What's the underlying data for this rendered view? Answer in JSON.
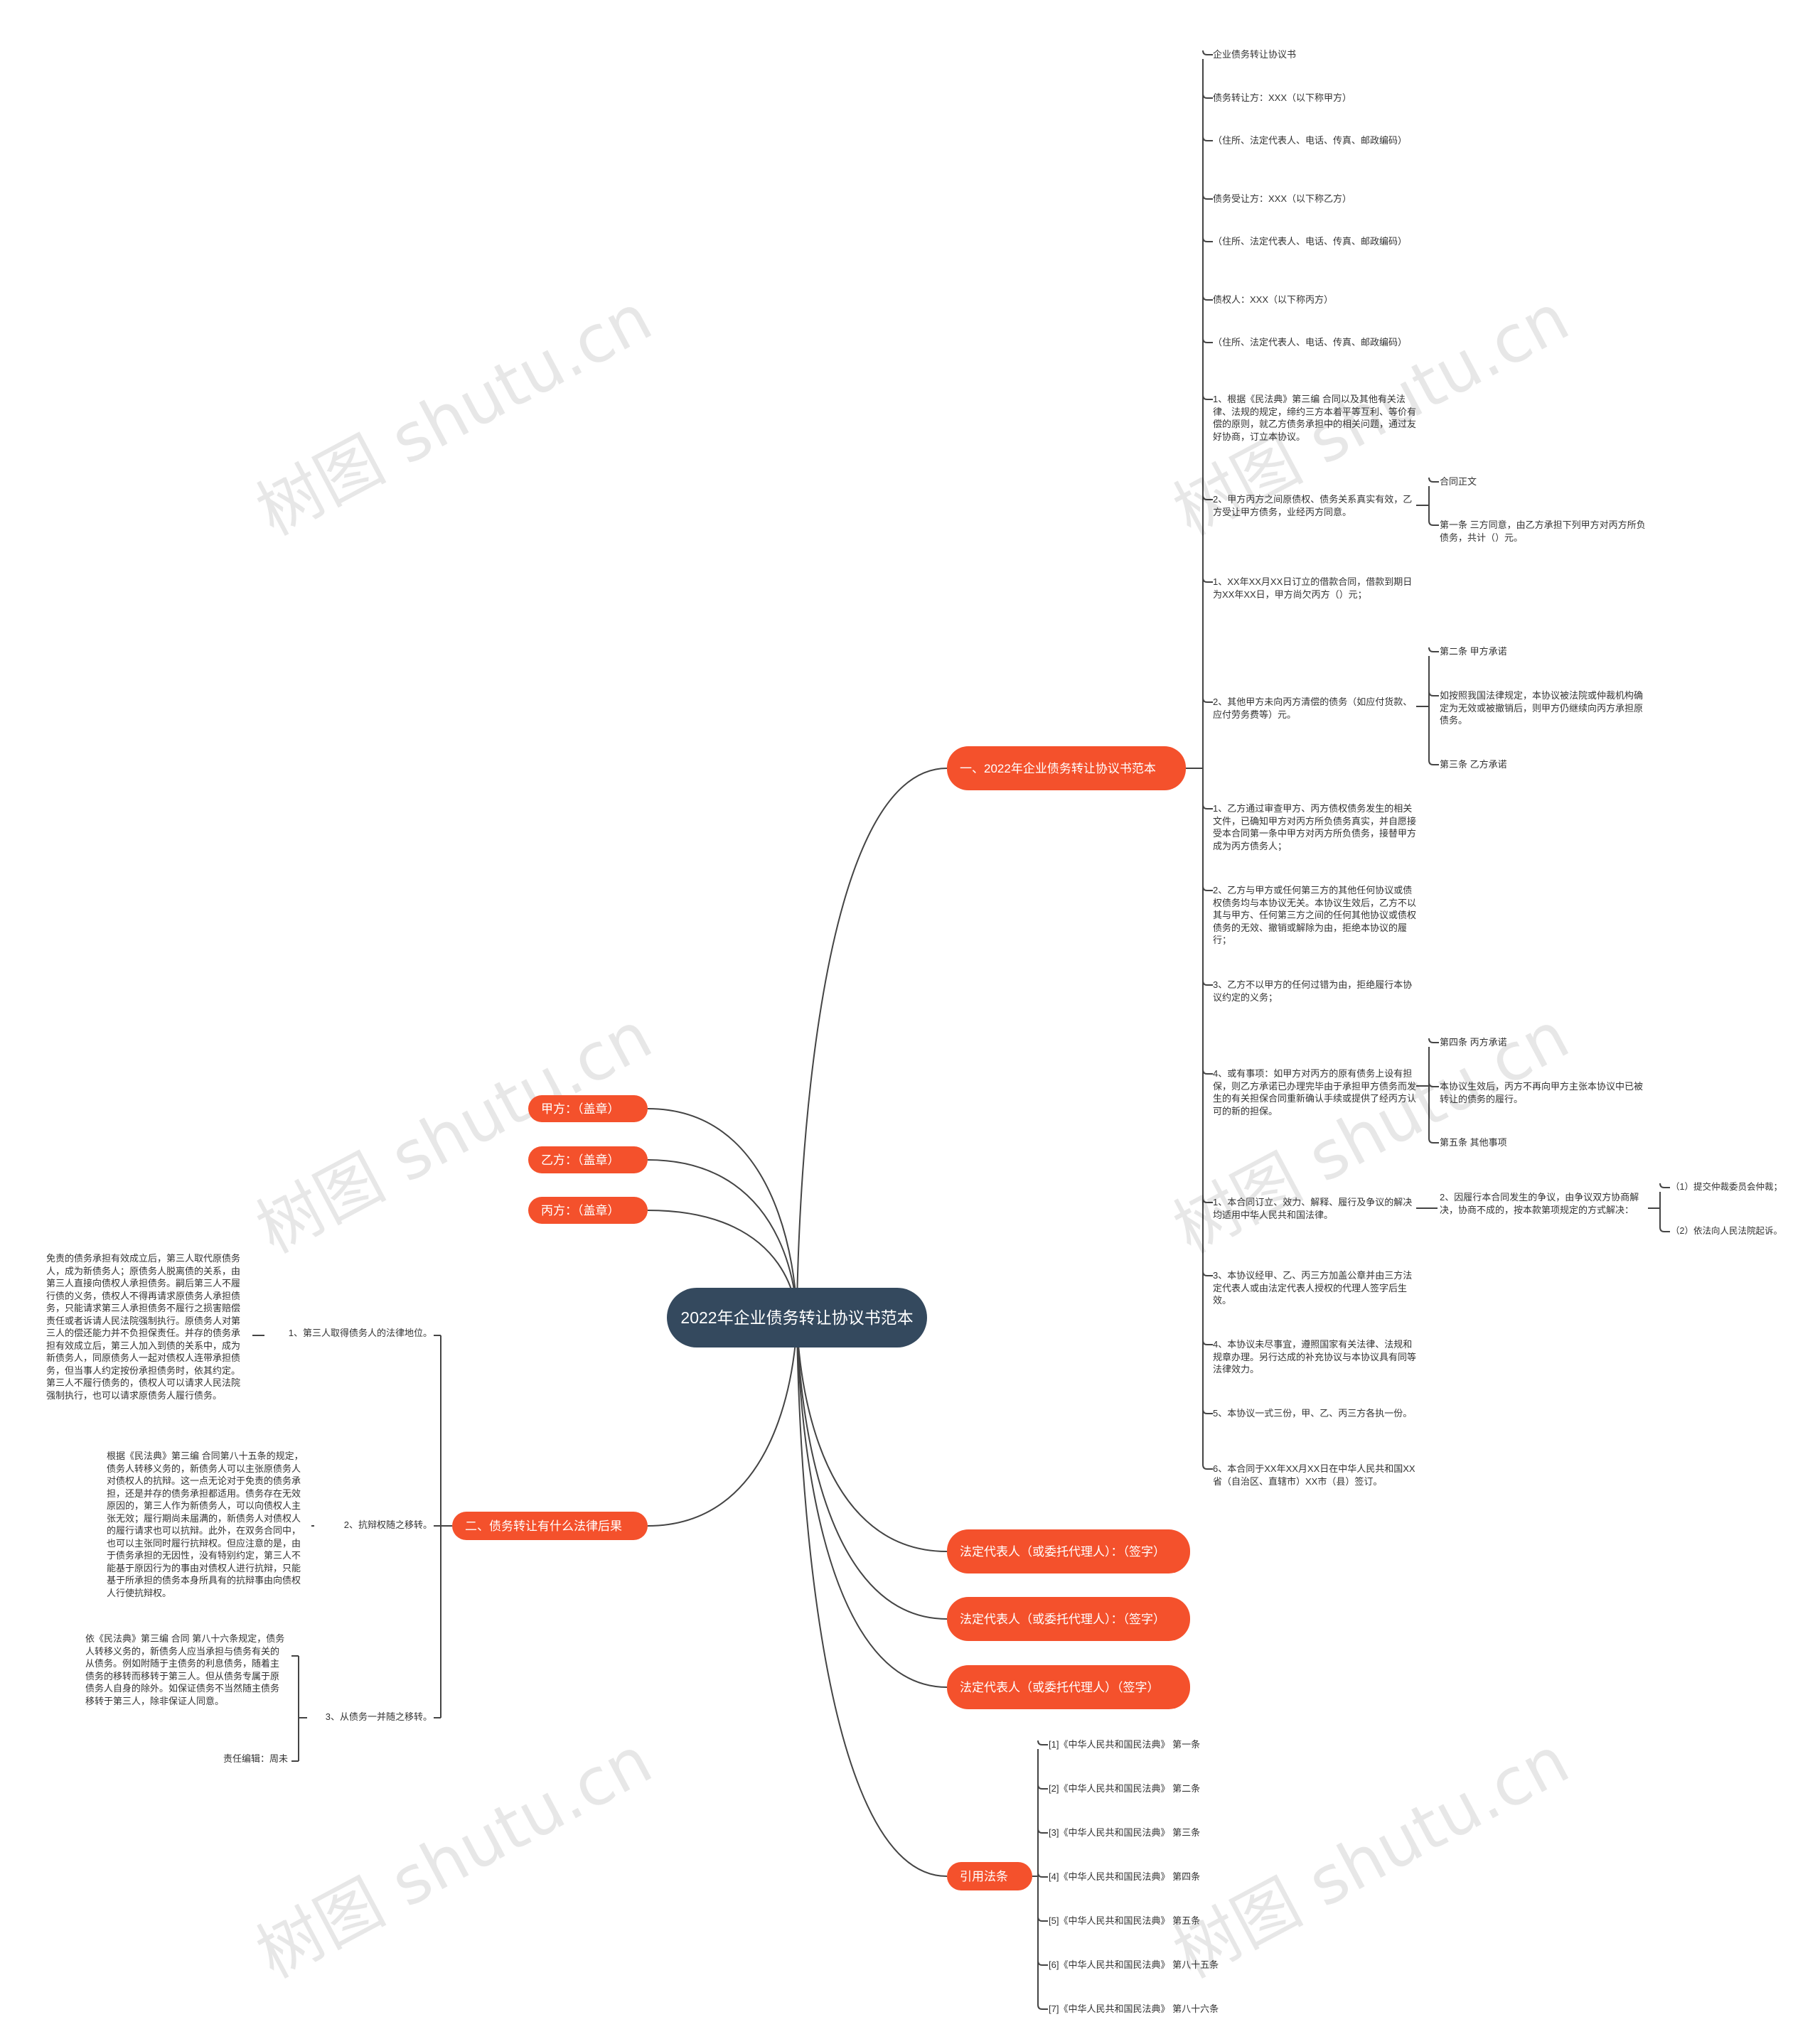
{
  "root": {
    "label": "2022年企业债务转让协议书范本"
  },
  "branches": {
    "b1": {
      "label": "一、2022年企业债务转让协议书范本"
    },
    "jia": {
      "label": "甲方：（盖章）"
    },
    "yi": {
      "label": "乙方：（盖章）"
    },
    "bing": {
      "label": "丙方：（盖章）"
    },
    "b2": {
      "label": "二、债务转让有什么法律后果"
    },
    "rep1": {
      "label": "法定代表人（或委托代理人）：（签字）"
    },
    "rep2": {
      "label": "法定代表人（或委托代理人）：（签字）"
    },
    "rep3": {
      "label": "法定代表人（或委托代理人）（签字）"
    },
    "law": {
      "label": "引用法条"
    }
  },
  "b1_items": [
    "企业债务转让协议书",
    "债务转让方：XXX（以下称甲方）",
    "（住所、法定代表人、电话、传真、邮政编码）",
    "债务受让方：XXX（以下称乙方）",
    "（住所、法定代表人、电话、传真、邮政编码）",
    "债权人：XXX（以下称丙方）",
    "（住所、法定代表人、电话、传真、邮政编码）",
    "1、根据《民法典》第三编 合同以及其他有关法律、法规的规定，缔约三方本着平等互利、等价有偿的原则，就乙方债务承担中的相关问题，通过友好协商，订立本协议。",
    "2、甲方丙方之间原债权、债务关系真实有效，乙方受让甲方债务，业经丙方同意。",
    "1、XX年XX月XX日订立的借款合同，借款到期日为XX年XX日，甲方尚欠丙方（）元；",
    "2、其他甲方未向丙方清偿的债务（如应付货款、应付劳务费等）元。",
    "1、乙方通过审查甲方、丙方债权债务发生的相关文件，已确知甲方对丙方所负债务真实，并自愿接受本合同第一条中甲方对丙方所负债务，接替甲方成为丙方债务人；",
    "2、乙方与甲方或任何第三方的其他任何协议或债权债务均与本协议无关。本协议生效后，乙方不以其与甲方、任何第三方之间的任何其他协议或债权债务的无效、撤销或解除为由，拒绝本协议的履行；",
    "3、乙方不以甲方的任何过错为由，拒绝履行本协议约定的义务；",
    "4、或有事项：如甲方对丙方的原有债务上设有担保，则乙方承诺已办理完毕由于承担甲方债务而发生的有关担保合同重新确认手续或提供了经丙方认可的新的担保。",
    "1、本合同订立、效力、解释、履行及争议的解决均适用中华人民共和国法律。",
    "3、本协议经甲、乙、丙三方加盖公章并由三方法定代表人或由法定代表人授权的代理人签字后生效。",
    "4、本协议未尽事宜，遵照国家有关法律、法规和规章办理。另行达成的补充协议与本协议具有同等法律效力。",
    "5、本协议一式三份，甲、乙、丙三方各执一份。",
    "6、本合同于XX年XX月XX日在中华人民共和国XX省（自治区、直辖市）XX市（县）签订。"
  ],
  "sub_items": {
    "contract_body": "合同正文",
    "art1": "第一条 三方同意，由乙方承担下列甲方对丙方所负债务，共计（）元。",
    "art2": "第二条 甲方承诺",
    "art2_text": "如按照我国法律规定，本协议被法院或仲裁机构确定为无效或被撤销后，则甲方仍继续向丙方承担原债务。",
    "art3": "第三条 乙方承诺",
    "art4": "第四条 丙方承诺",
    "art4_text": "本协议生效后，丙方不再向甲方主张本协议中已被转让的债务的履行。",
    "art5": "第五条 其他事项",
    "dispute": "2、因履行本合同发生的争议，由争议双方协商解决，协商不成的，按本款第项规定的方式解决：",
    "opt1": "（1）提交仲裁委员会仲裁；",
    "opt2": "（2）依法向人民法院起诉。"
  },
  "b2_items": {
    "c1": "1、第三人取得债务人的法律地位。",
    "c1_text": "免责的债务承担有效成立后，第三人取代原债务人，成为新债务人；原债务人脱离债的关系，由第三人直接向债权人承担债务。嗣后第三人不履行债的义务，债权人不得再请求原债务人承担债务，只能请求第三人承担债务不履行之损害赔偿责任或者诉请人民法院强制执行。原债务人对第三人的偿还能力并不负担保责任。并存的债务承担有效成立后，第三人加入到债的关系中，成为新债务人，同原债务人一起对债权人连带承担债务，但当事人约定按份承担债务时，依其约定。第三人不履行债务的，债权人可以请求人民法院强制执行，也可以请求原债务人履行债务。",
    "c2": "2、抗辩权随之移转。",
    "c2_text": "根据《民法典》第三编 合同第八十五条的规定，债务人转移义务的，新债务人可以主张原债务人对债权人的抗辩。这一点无论对于免责的债务承担，还是并存的债务承担都适用。债务存在无效原因的，第三人作为新债务人，可以向债权人主张无效；履行期尚未届满的，新债务人对债权人的履行请求也可以抗辩。此外，在双务合同中，也可以主张同时履行抗辩权。但应注意的是，由于债务承担的无因性，没有特别约定，第三人不能基于原因行为的事由对债权人进行抗辩，只能基于所承担的债务本身所具有的抗辩事由向债权人行使抗辩权。",
    "c3": "3、从债务一并随之移转。",
    "c3_text": "依《民法典》第三编 合同 第八十六条规定，债务人转移义务的，新债务人应当承担与债务有关的从债务。例如附随于主债务的利息债务，随着主债务的移转而移转于第三人。但从债务专属于原债务人自身的除外。如保证债务不当然随主债务移转于第三人，除非保证人同意。",
    "editor": "责任编辑：周未"
  },
  "law_items": [
    "[1]《中华人民共和国民法典》 第一条",
    "[2]《中华人民共和国民法典》 第二条",
    "[3]《中华人民共和国民法典》 第三条",
    "[4]《中华人民共和国民法典》 第四条",
    "[5]《中华人民共和国民法典》 第五条",
    "[6]《中华人民共和国民法典》 第八十五条",
    "[7]《中华人民共和国民法典》 第八十六条"
  ],
  "watermark": "树图 shutu.cn",
  "colors": {
    "root": "#34495e",
    "branch": "#f4512c",
    "line": "#444444",
    "text": "#333333"
  }
}
